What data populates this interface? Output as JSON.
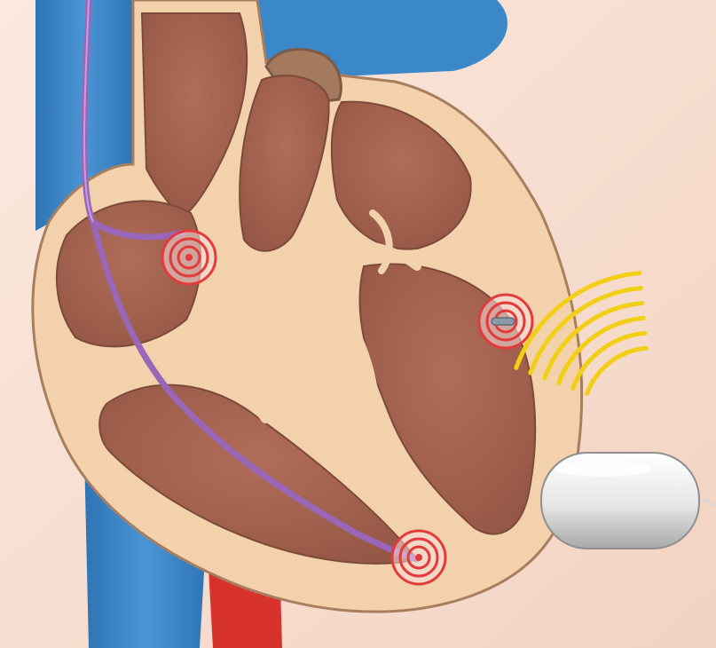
{
  "colors": {
    "background": "#f6dccd",
    "vein_blue": "#3a86c6",
    "artery_red": "#d8322d",
    "wall_tan": "#f3d1ad",
    "chamber_brown": "#a46451",
    "lead_purple": "#9a66b8",
    "pacing_ring_red": "#e33b3b",
    "signal_yellow": "#f2cf17",
    "device_white": "#eeeeee"
  },
  "components": {
    "vein": {
      "icon": "blood-vessel"
    },
    "artery": {
      "icon": "blood-vessel"
    },
    "heart": {
      "icon": "heart-cross-section"
    },
    "pacing_lead": {
      "icon": "lead-wire"
    },
    "pacing_sites": [
      {
        "icon": "concentric-rings",
        "chamber": "right-atrium"
      },
      {
        "icon": "concentric-rings",
        "chamber": "right-ventricle"
      },
      {
        "icon": "concentric-rings",
        "chamber": "left-ventricle"
      }
    ],
    "wireless_signal": {
      "icon": "signal-arcs",
      "arc_count": 6
    },
    "transmitter_device": {
      "icon": "capsule-device"
    }
  }
}
